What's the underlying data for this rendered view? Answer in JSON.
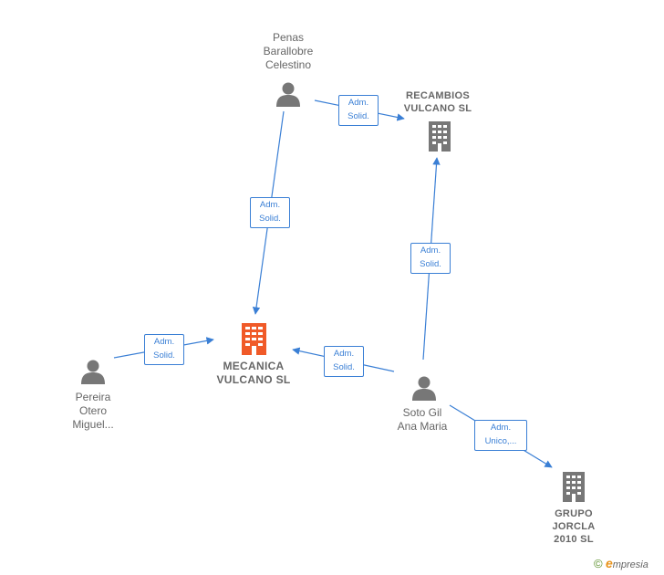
{
  "nodes": {
    "penas": {
      "label": "Penas\nBarallobre\nCelestino",
      "type": "person"
    },
    "recambios": {
      "label": "RECAMBIOS\nVULCANO  SL",
      "type": "company"
    },
    "mecanica": {
      "label": "MECANICA\nVULCANO  SL",
      "type": "company-main",
      "color": "#f05a28"
    },
    "pereira": {
      "label": "Pereira\nOtero\nMiguel...",
      "type": "person"
    },
    "soto": {
      "label": "Soto Gil\nAna Maria",
      "type": "person"
    },
    "grupo": {
      "label": "GRUPO\nJORCLA\n2010 SL",
      "type": "company"
    }
  },
  "edges": {
    "penas_recambios": "Adm.\nSolid.",
    "penas_mecanica": "Adm.\nSolid.",
    "soto_recambios": "Adm.\nSolid.",
    "pereira_mecanica": "Adm.\nSolid.",
    "soto_mecanica": "Adm.\nSolid.",
    "soto_grupo": "Adm.\nUnico,..."
  },
  "colors": {
    "edge": "#3a7fd5",
    "icon": "#777777",
    "main": "#f05a28"
  },
  "brand": {
    "copyright": "©",
    "e": "e",
    "rest": "mpresia"
  }
}
